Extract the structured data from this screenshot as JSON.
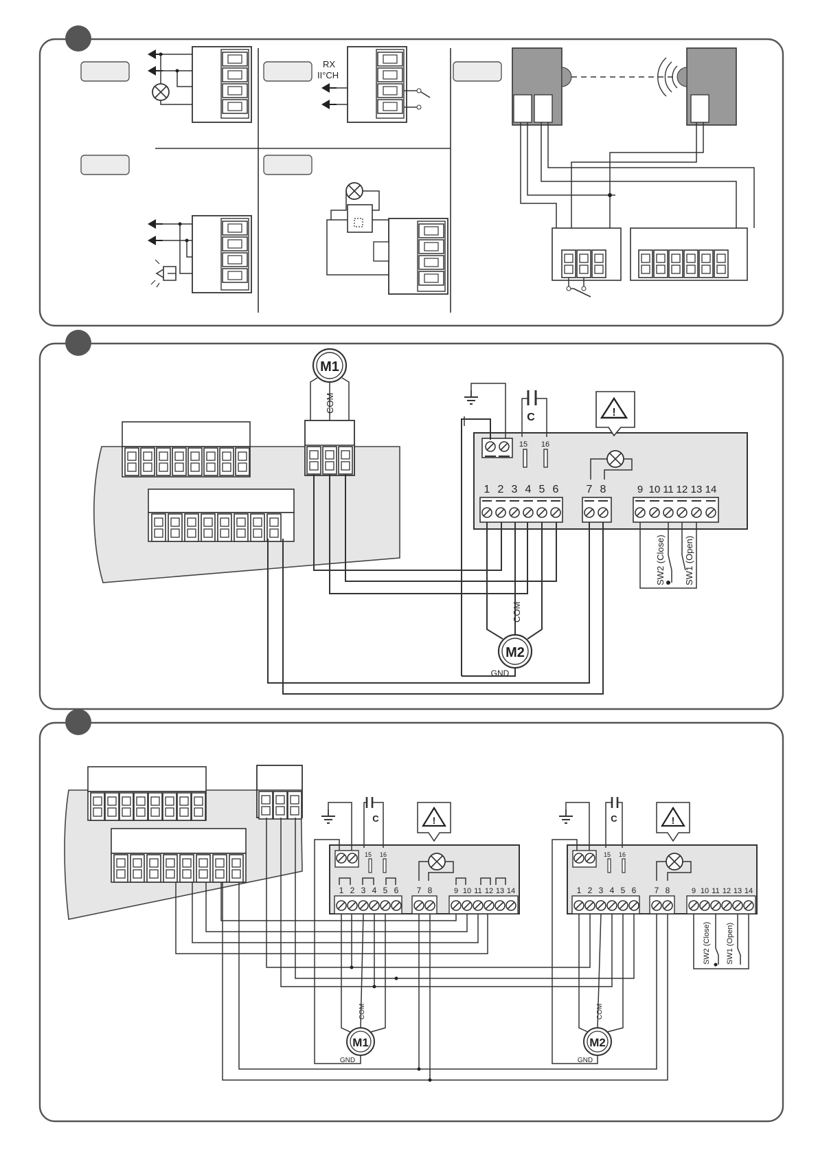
{
  "sections": [
    {
      "id": "fig1",
      "rx_label": [
        "RX",
        "II°CH"
      ]
    },
    {
      "id": "fig2",
      "motor1": "M1",
      "motor2": "M2",
      "com": "COM",
      "gnd": "GND",
      "capacitor": "C",
      "cap_terminals": [
        "15",
        "16"
      ],
      "terminals_a": [
        "1",
        "2",
        "3",
        "4",
        "5",
        "6"
      ],
      "terminals_b": [
        "7",
        "8"
      ],
      "terminals_c": [
        "9",
        "10",
        "11",
        "12",
        "13",
        "14"
      ],
      "switches": [
        "SW2 (Close)",
        "SW1 (Open)"
      ],
      "warning_symbol": "!"
    },
    {
      "id": "fig3",
      "motor1": "M1",
      "motor2": "M2",
      "com": "COM",
      "gnd": "GND",
      "capacitor": "C",
      "cap_terminals": [
        "15",
        "16"
      ],
      "terminals_a": [
        "1",
        "2",
        "3",
        "4",
        "5",
        "6"
      ],
      "terminals_b": [
        "7",
        "8"
      ],
      "terminals_c": [
        "9",
        "10",
        "11",
        "12",
        "13",
        "14"
      ],
      "switches": [
        "SW2 (Close)",
        "SW1 (Open)"
      ],
      "warning_symbol": "!"
    }
  ]
}
